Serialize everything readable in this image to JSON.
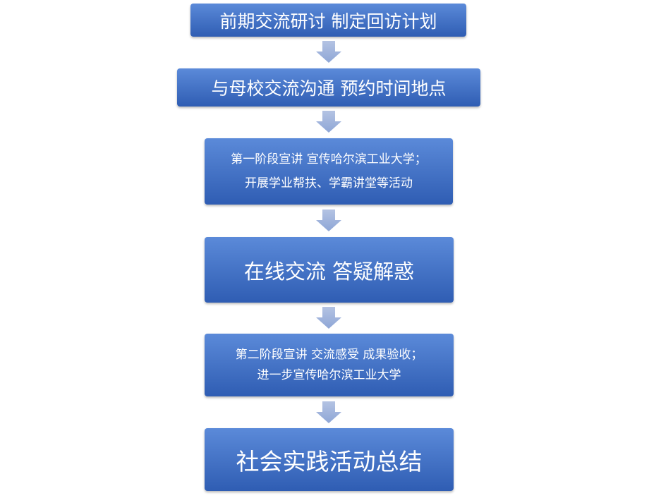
{
  "steps": [
    {
      "lines": [
        "前期交流研讨 制定回访计划"
      ]
    },
    {
      "lines": [
        "与母校交流沟通 预约时间地点"
      ]
    },
    {
      "lines": [
        "第一阶段宣讲 宣传哈尔滨工业大学；",
        "开展学业帮扶、学霸讲堂等活动"
      ]
    },
    {
      "lines": [
        "在线交流 答疑解惑"
      ]
    },
    {
      "lines": [
        "第二阶段宣讲 交流感受 成果验收；",
        "进一步宣传哈尔滨工业大学"
      ]
    },
    {
      "lines": [
        "社会实践活动总结"
      ]
    }
  ],
  "colors": {
    "box_top": "#5b8ad9",
    "box_bottom": "#2f5db3",
    "arrow_top": "#b4c3e3",
    "arrow_bottom": "#8ea6d6"
  }
}
